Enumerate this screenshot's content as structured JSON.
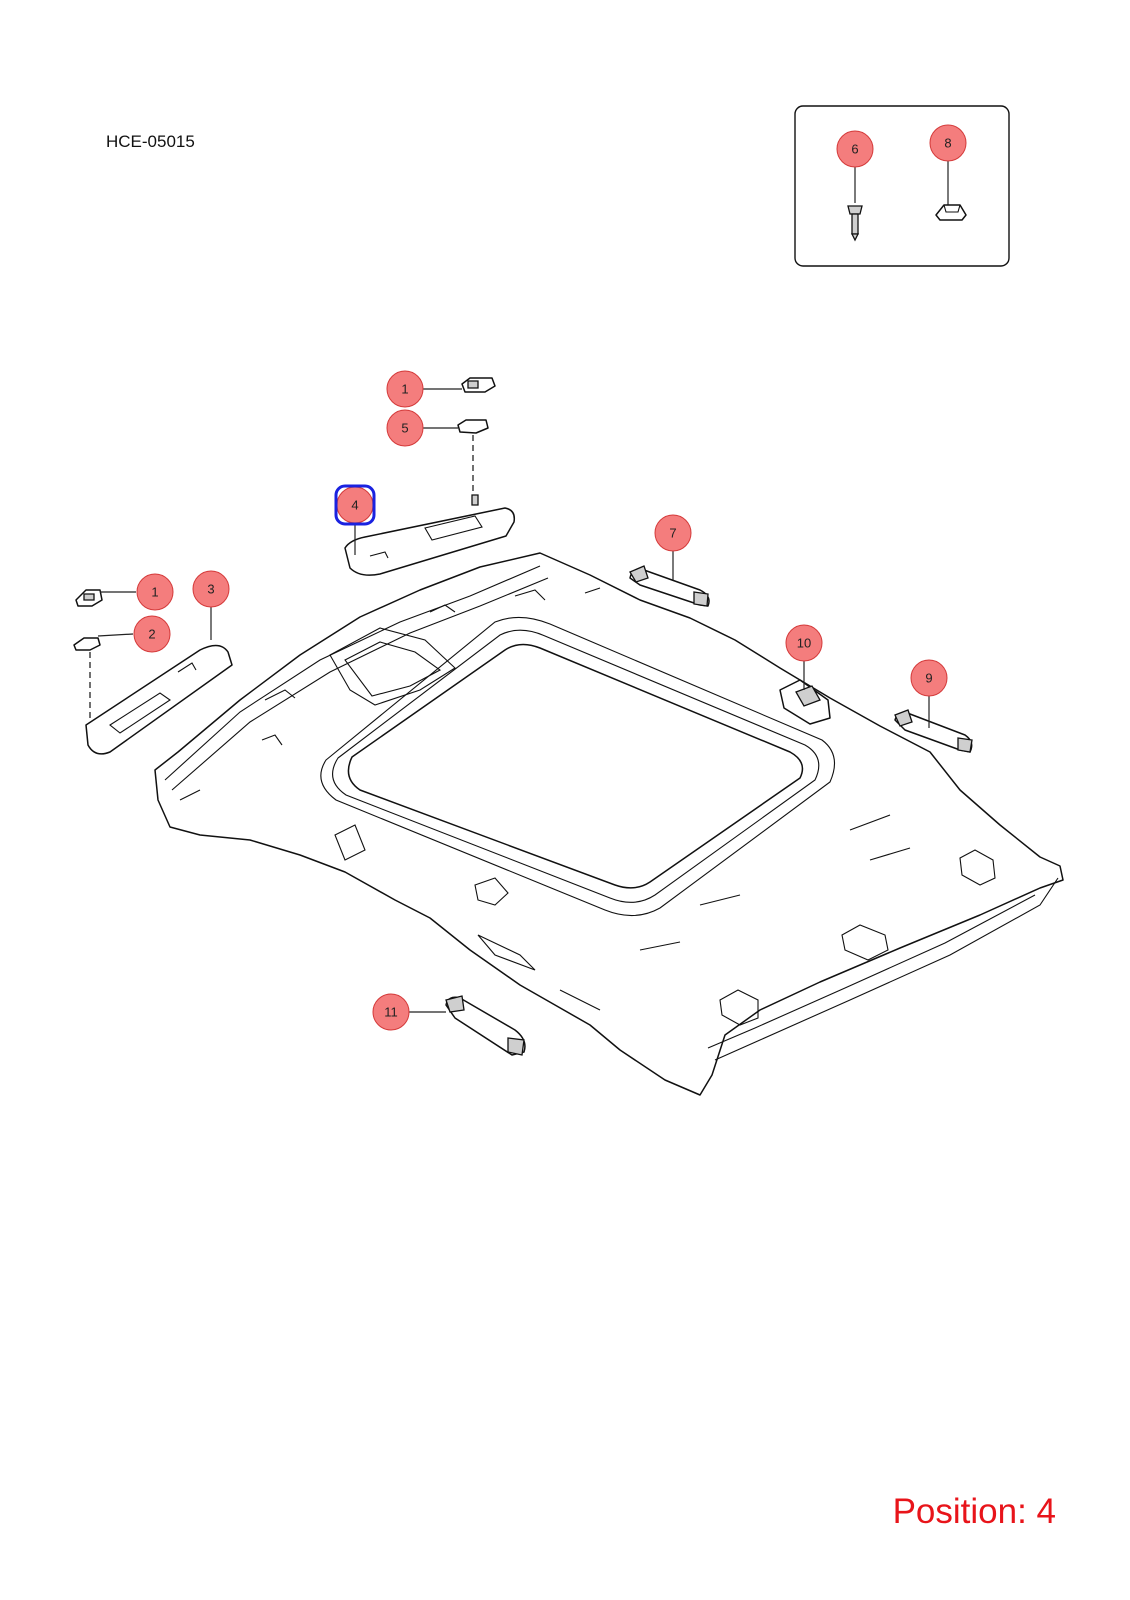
{
  "diagram_code": "HCE-05015",
  "position_label": "Position: 4",
  "highlight_color": "#1a22e0",
  "callout_color": "#f47d7d",
  "callouts": {
    "c1_top": "1",
    "c5": "5",
    "c4": "4",
    "c1_left": "1",
    "c2": "2",
    "c3": "3",
    "c7": "7",
    "c10": "10",
    "c9": "9",
    "c11": "11",
    "c6": "6",
    "c8": "8"
  }
}
